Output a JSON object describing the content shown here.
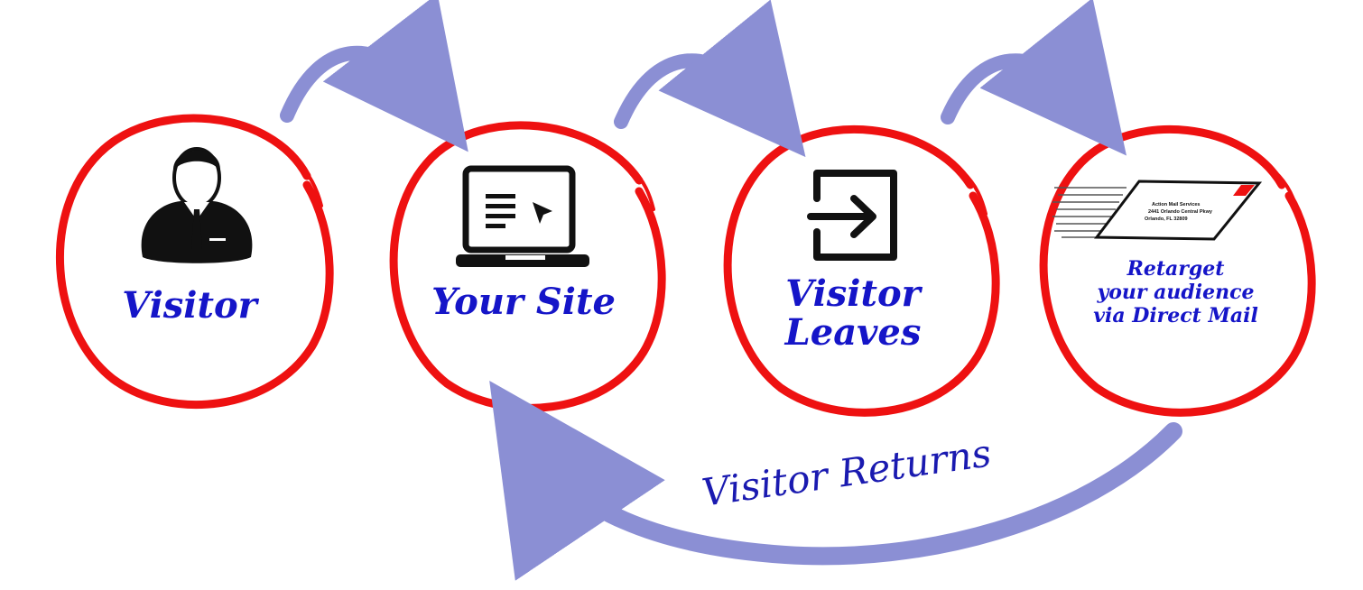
{
  "steps": [
    {
      "lines": [
        "Visitor"
      ],
      "icon": "person-icon"
    },
    {
      "lines": [
        "Your Site"
      ],
      "icon": "laptop-icon"
    },
    {
      "lines": [
        "Visitor",
        "Leaves"
      ],
      "icon": "exit-icon"
    },
    {
      "lines": [
        "Retarget",
        "your audience",
        "via Direct Mail"
      ],
      "icon": "envelope-icon"
    }
  ],
  "envelope": {
    "lines": [
      "Action Mail Services",
      "2441 Orlando Central Pkwy",
      "Orlando, FL 32809"
    ]
  },
  "return_label": "Visitor Returns",
  "colors": {
    "ring": "#ee1111",
    "arrow": "#8b8fd4",
    "text": "#1515c8"
  }
}
